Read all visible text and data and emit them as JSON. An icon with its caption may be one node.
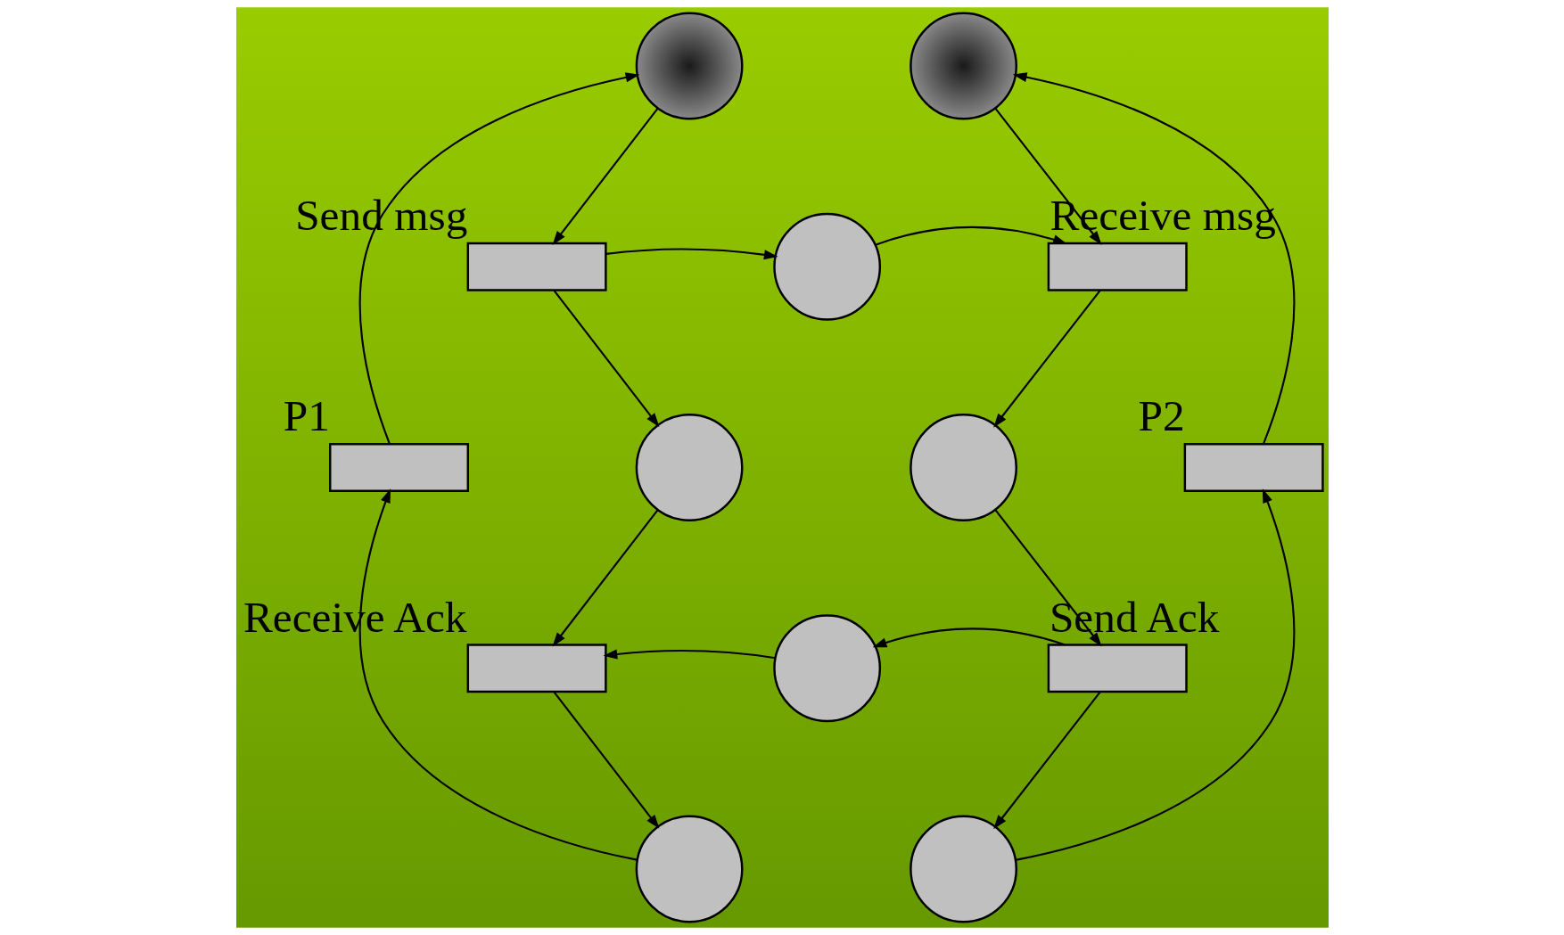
{
  "diagram": {
    "nodes": [
      {
        "text": [],
        "shape": "circle"
      },
      {
        "text": [],
        "shape": "circle"
      },
      {
        "text": [],
        "shape": "bar",
        "beside": [
          "Send msg"
        ]
      },
      {
        "text": [],
        "shape": "circle"
      },
      {
        "text": [],
        "shape": "bar",
        "beside": [
          "Receive msg"
        ]
      },
      {
        "text": [],
        "shape": "bar",
        "beside": [
          "P1"
        ]
      },
      {
        "text": [],
        "shape": "circle"
      },
      {
        "text": [],
        "shape": "circle"
      },
      {
        "text": [],
        "shape": "bar",
        "beside": [
          "P2"
        ]
      },
      {
        "text": [],
        "shape": "bar",
        "beside": [
          "Receive Ack"
        ]
      },
      {
        "text": [],
        "shape": "circle"
      },
      {
        "text": [],
        "shape": "bar",
        "beside": [
          "Send Ack"
        ]
      },
      {
        "text": [],
        "shape": "circle"
      },
      {
        "text": [],
        "shape": "circle"
      }
    ],
    "edges": [
      {
        "from": 0,
        "to": 2,
        "arrow": "to"
      },
      {
        "from": 2,
        "to": 6,
        "arrow": "to"
      },
      {
        "from": 2,
        "to": 3,
        "arrow": "to"
      },
      {
        "from": 3,
        "to": 4,
        "arrow": "to"
      },
      {
        "from": 1,
        "to": 4,
        "arrow": "to"
      },
      {
        "from": 4,
        "to": 7,
        "arrow": "to"
      },
      {
        "from": 6,
        "to": 9,
        "arrow": "to"
      },
      {
        "from": 10,
        "to": 9,
        "arrow": "to"
      },
      {
        "from": 7,
        "to": 11,
        "arrow": "to"
      },
      {
        "from": 11,
        "to": 10,
        "arrow": "to"
      },
      {
        "from": 11,
        "to": 13,
        "arrow": "to"
      },
      {
        "from": 9,
        "to": 12,
        "arrow": "to"
      },
      {
        "from": 12,
        "to": 5,
        "arrow": "to"
      },
      {
        "from": 5,
        "to": 0,
        "arrow": "to"
      },
      {
        "from": 13,
        "to": 8,
        "arrow": "to"
      },
      {
        "from": 8,
        "to": 1,
        "arrow": "to"
      }
    ]
  }
}
